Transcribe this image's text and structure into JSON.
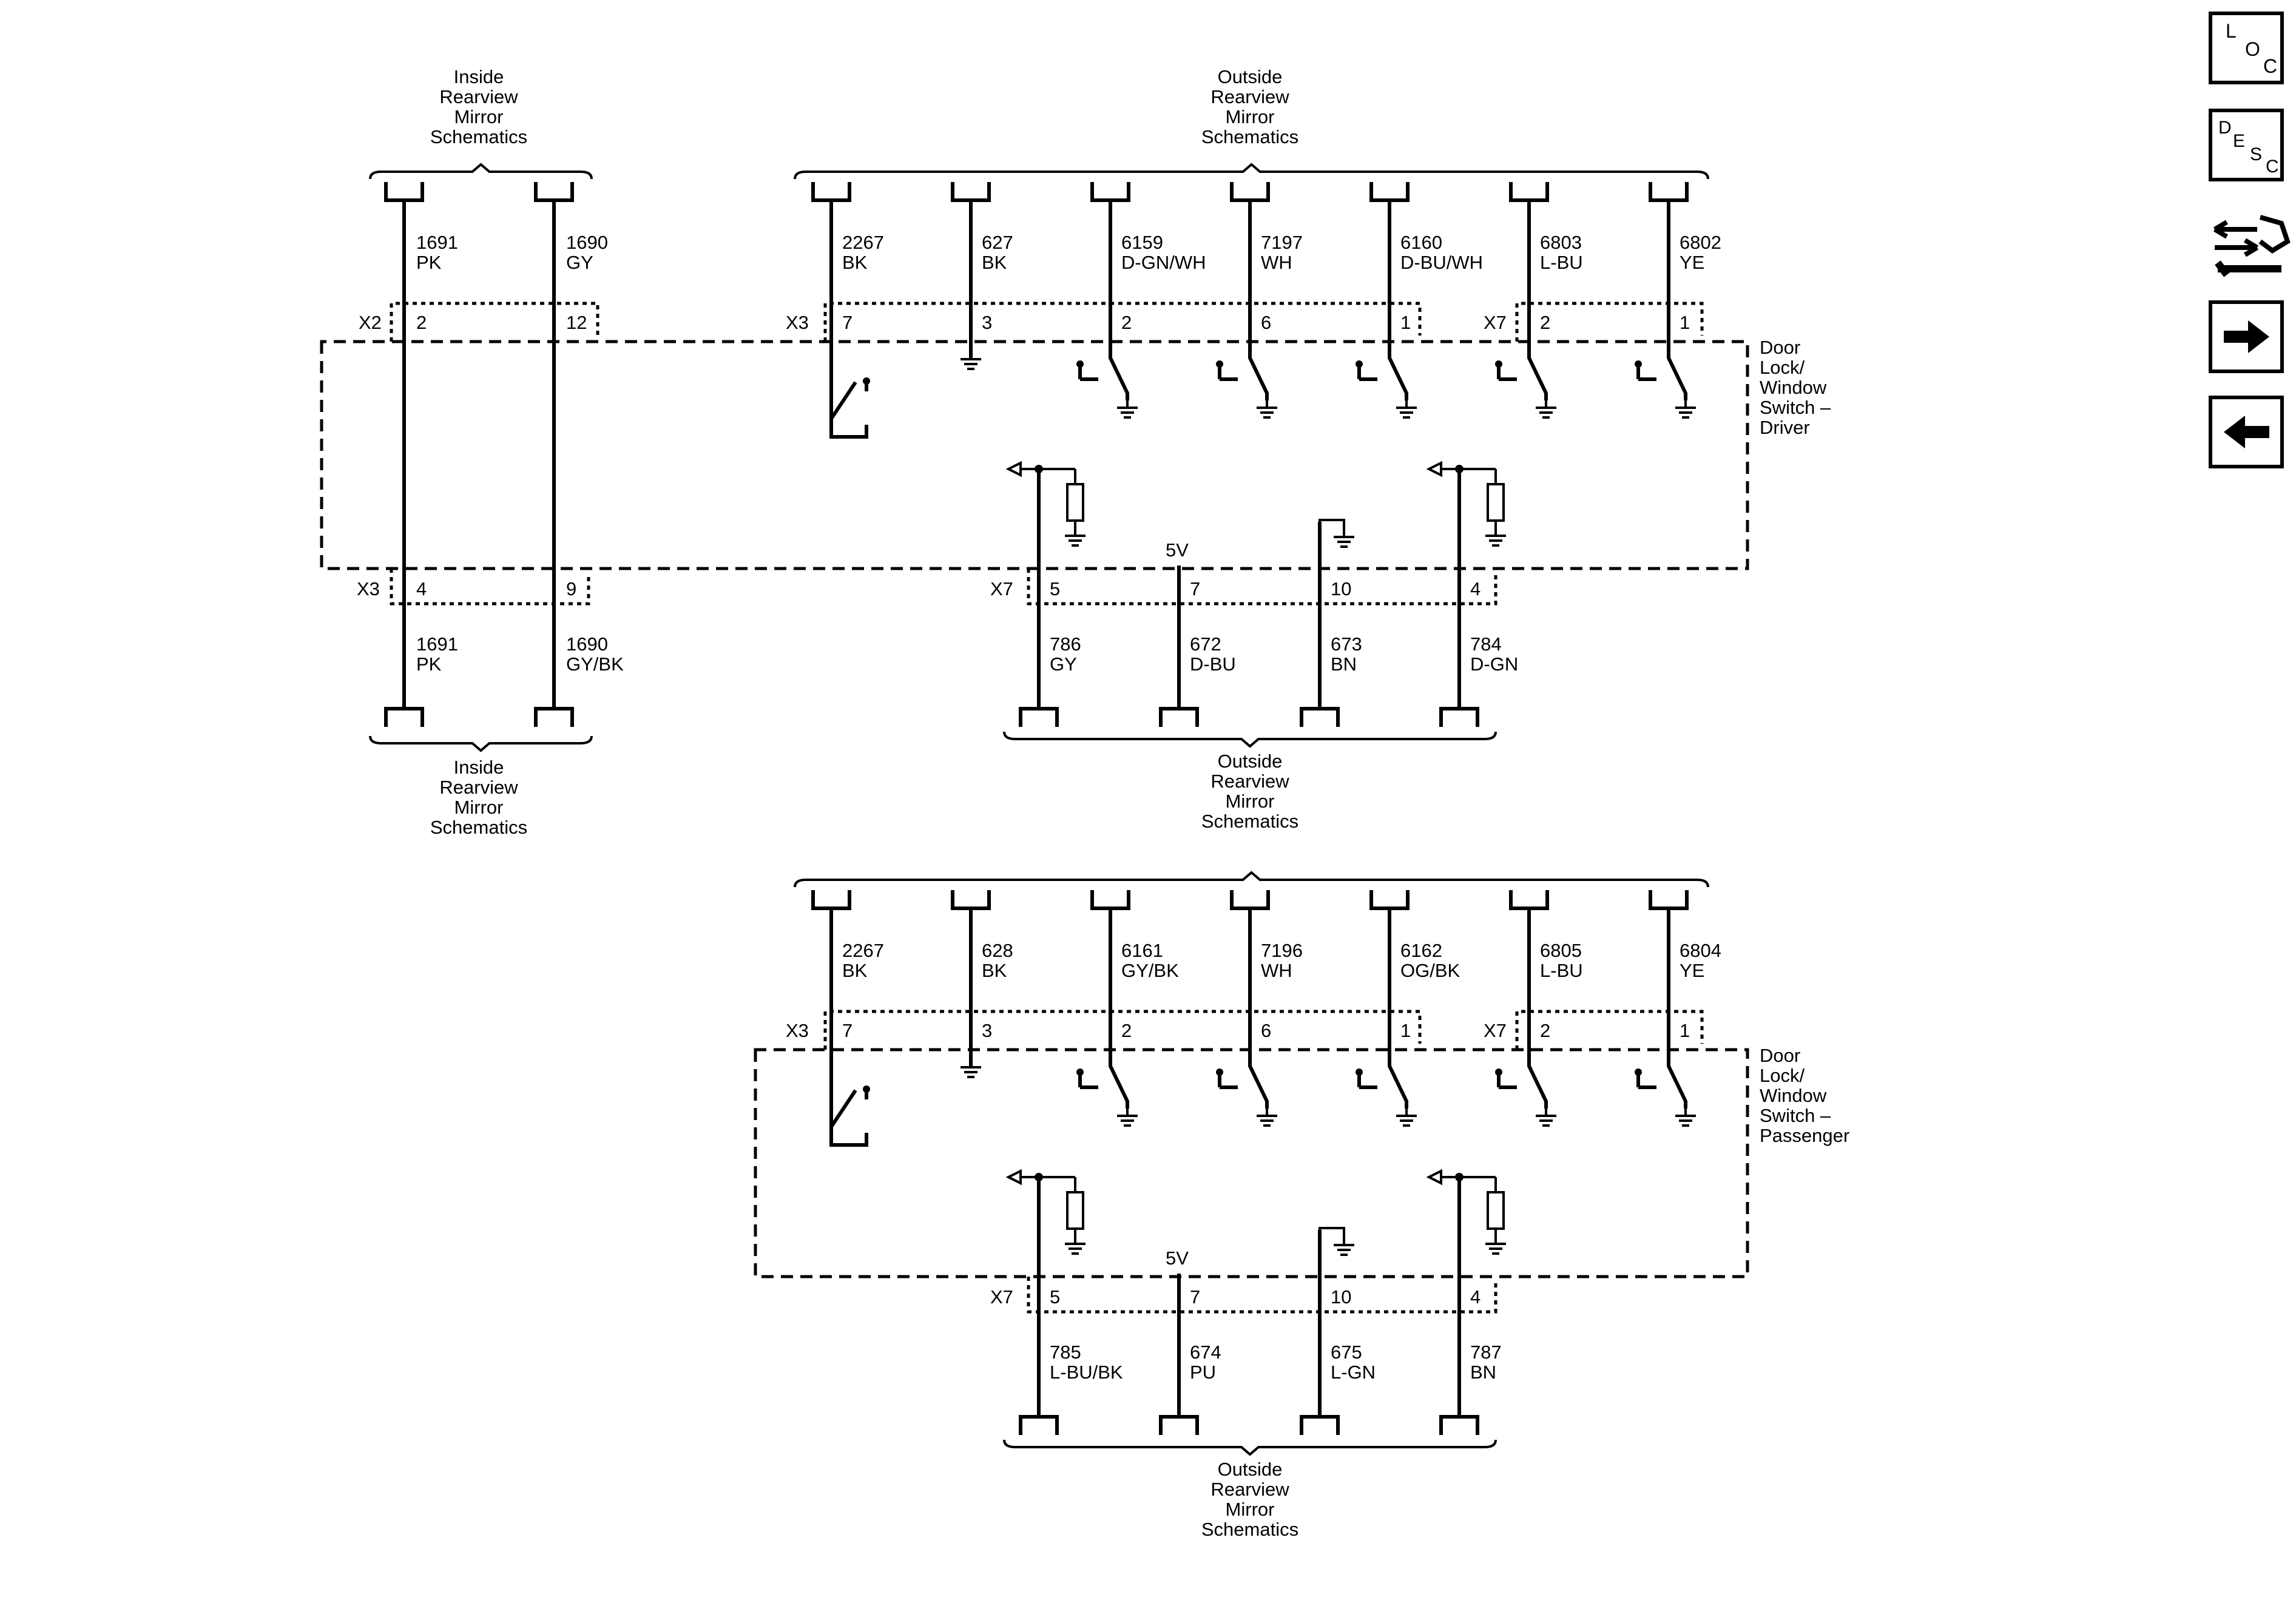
{
  "nav": {
    "loc": [
      "L",
      "O",
      "C"
    ],
    "desc": [
      "D",
      "E",
      "S",
      "C"
    ],
    "icons": [
      "loc-icon",
      "desc-icon",
      "connector-wrench-icon",
      "arrow-right-icon",
      "arrow-left-icon"
    ]
  },
  "shared": {
    "inside_mirror": [
      "Inside",
      "Rearview",
      "Mirror",
      "Schematics"
    ],
    "outside_mirror": [
      "Outside",
      "Rearview",
      "Mirror",
      "Schematics"
    ],
    "supply": "5V"
  },
  "driver": {
    "label": [
      "Door",
      "Lock/",
      "Window",
      "Switch –",
      "Driver"
    ],
    "inside_connectors": [
      {
        "conn": "X2",
        "pin": "2",
        "circuit": "1691",
        "color": "PK"
      },
      {
        "conn": "",
        "pin": "12",
        "circuit": "1690",
        "color": "GY"
      }
    ],
    "inside_bottom": [
      {
        "conn": "X3",
        "pin": "4",
        "circuit": "1691",
        "color": "PK"
      },
      {
        "conn": "",
        "pin": "9",
        "circuit": "1690",
        "color": "GY/BK"
      }
    ],
    "top": [
      {
        "conn": "X3",
        "pin": "7",
        "circuit": "2267",
        "color": "BK"
      },
      {
        "conn": "",
        "pin": "3",
        "circuit": "627",
        "color": "BK"
      },
      {
        "conn": "",
        "pin": "2",
        "circuit": "6159",
        "color": "D-GN/WH"
      },
      {
        "conn": "",
        "pin": "6",
        "circuit": "7197",
        "color": "WH"
      },
      {
        "conn": "",
        "pin": "1",
        "circuit": "6160",
        "color": "D-BU/WH"
      },
      {
        "conn": "X7",
        "pin": "2",
        "circuit": "6803",
        "color": "L-BU"
      },
      {
        "conn": "",
        "pin": "1",
        "circuit": "6802",
        "color": "YE"
      }
    ],
    "bottom": [
      {
        "conn": "X7",
        "pin": "5",
        "circuit": "786",
        "color": "GY"
      },
      {
        "conn": "",
        "pin": "7",
        "circuit": "672",
        "color": "D-BU"
      },
      {
        "conn": "",
        "pin": "10",
        "circuit": "673",
        "color": "BN"
      },
      {
        "conn": "",
        "pin": "4",
        "circuit": "784",
        "color": "D-GN"
      }
    ]
  },
  "passenger": {
    "label": [
      "Door",
      "Lock/",
      "Window",
      "Switch –",
      "Passenger"
    ],
    "top": [
      {
        "conn": "X3",
        "pin": "7",
        "circuit": "2267",
        "color": "BK"
      },
      {
        "conn": "",
        "pin": "3",
        "circuit": "628",
        "color": "BK"
      },
      {
        "conn": "",
        "pin": "2",
        "circuit": "6161",
        "color": "GY/BK"
      },
      {
        "conn": "",
        "pin": "6",
        "circuit": "7196",
        "color": "WH"
      },
      {
        "conn": "",
        "pin": "1",
        "circuit": "6162",
        "color": "OG/BK"
      },
      {
        "conn": "X7",
        "pin": "2",
        "circuit": "6805",
        "color": "L-BU"
      },
      {
        "conn": "",
        "pin": "1",
        "circuit": "6804",
        "color": "YE"
      }
    ],
    "bottom": [
      {
        "conn": "X7",
        "pin": "5",
        "circuit": "785",
        "color": "L-BU/BK"
      },
      {
        "conn": "",
        "pin": "7",
        "circuit": "674",
        "color": "PU"
      },
      {
        "conn": "",
        "pin": "10",
        "circuit": "675",
        "color": "L-GN"
      },
      {
        "conn": "",
        "pin": "4",
        "circuit": "787",
        "color": "BN"
      }
    ]
  }
}
